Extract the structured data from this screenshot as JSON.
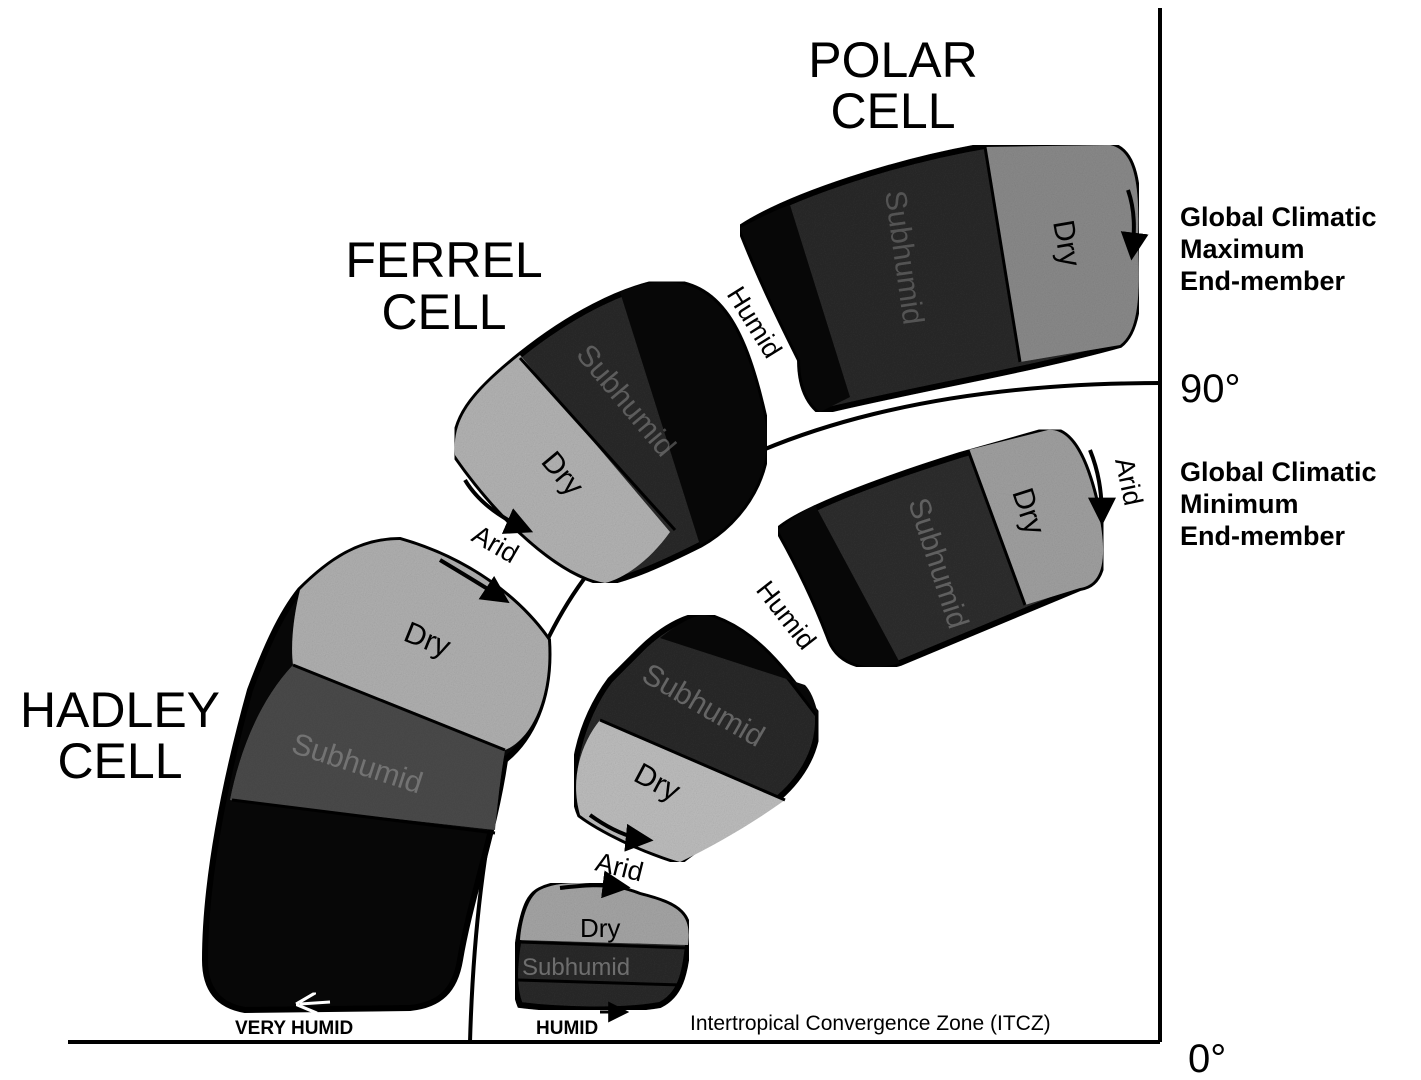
{
  "titles": {
    "polar": [
      "POLAR",
      "CELL"
    ],
    "ferrel": [
      "FERREL",
      "CELL"
    ],
    "hadley": [
      "HADLEY",
      "CELL"
    ]
  },
  "side_labels": {
    "maximum": [
      "Global Climatic",
      "Maximum",
      "End-member"
    ],
    "minimum": [
      "Global Climatic",
      "Minimum",
      "End-member"
    ]
  },
  "degrees": {
    "top": "90°",
    "bottom": "0°"
  },
  "zones": {
    "dry": "Dry",
    "subhumid": "Subhumid"
  },
  "flows": {
    "humid": "Humid",
    "arid": "Arid"
  },
  "bottom_labels": {
    "very_humid": "VERY HUMID",
    "humid": "HUMID",
    "itcz": "Intertropical Convergence Zone (ITCZ)"
  },
  "colors": {
    "black": "#0b0b0b",
    "dark": "#2a2a2a",
    "mid": "#6e6e6e",
    "light": "#aaaaaa",
    "pale": "#c9c9c9"
  }
}
